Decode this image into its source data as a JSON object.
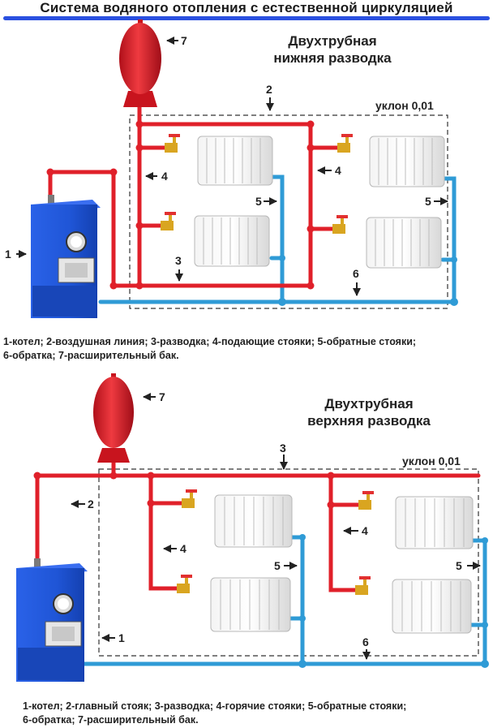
{
  "title": "Система водяного отопления с естественной циркуляцией",
  "colors": {
    "supply": "#e0202a",
    "return": "#2f9bd6",
    "boiler": "#1f55d6",
    "tank": "#d8202a",
    "title_rule": "#2a50e0"
  },
  "diagram1": {
    "subtitle_line1": "Двухтрубная",
    "subtitle_line2": "нижняя разводка",
    "slope": "уклон 0,01",
    "labels": {
      "n1": "1",
      "n2": "2",
      "n3": "3",
      "n4a": "4",
      "n4b": "4",
      "n5a": "5",
      "n5b": "5",
      "n6": "6",
      "n7": "7"
    },
    "legend_line1": "1-котел; 2-воздушная линия; 3-разводка; 4-подающие стояки; 5-обратные стояки;",
    "legend_line2": "6-обратка; 7-расширительный бак."
  },
  "diagram2": {
    "subtitle_line1": "Двухтрубная",
    "subtitle_line2": "верхняя разводка",
    "slope": "уклон 0,01",
    "labels": {
      "n1": "1",
      "n2": "2",
      "n3": "3",
      "n4a": "4",
      "n4b": "4",
      "n5a": "5",
      "n5b": "5",
      "n6": "6",
      "n7": "7"
    },
    "legend_line1": "1-котел; 2-главный стояк; 3-разводка; 4-горячие стояки; 5-обратные стояки;",
    "legend_line2": "6-обратка; 7-расширительный бак."
  }
}
